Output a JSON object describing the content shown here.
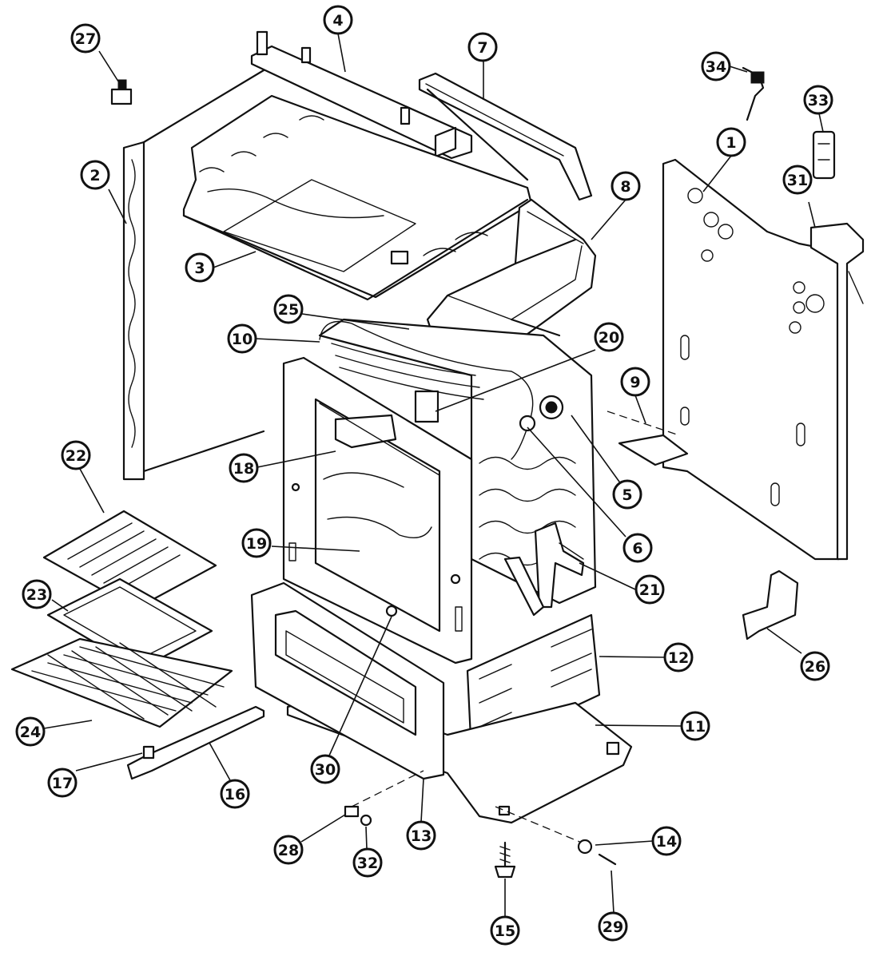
{
  "diagram": {
    "callouts": [
      {
        "id": "c1",
        "label": "1"
      },
      {
        "id": "c2",
        "label": "2"
      },
      {
        "id": "c3",
        "label": "3"
      },
      {
        "id": "c4",
        "label": "4"
      },
      {
        "id": "c5",
        "label": "5"
      },
      {
        "id": "c6",
        "label": "6"
      },
      {
        "id": "c7",
        "label": "7"
      },
      {
        "id": "c8",
        "label": "8"
      },
      {
        "id": "c9",
        "label": "9"
      },
      {
        "id": "c10",
        "label": "10"
      },
      {
        "id": "c11",
        "label": "11"
      },
      {
        "id": "c12",
        "label": "12"
      },
      {
        "id": "c13",
        "label": "13"
      },
      {
        "id": "c14",
        "label": "14"
      },
      {
        "id": "c15",
        "label": "15"
      },
      {
        "id": "c16",
        "label": "16"
      },
      {
        "id": "c17",
        "label": "17"
      },
      {
        "id": "c18",
        "label": "18"
      },
      {
        "id": "c19",
        "label": "19"
      },
      {
        "id": "c20",
        "label": "20"
      },
      {
        "id": "c21",
        "label": "21"
      },
      {
        "id": "c22",
        "label": "22"
      },
      {
        "id": "c23",
        "label": "23"
      },
      {
        "id": "c24",
        "label": "24"
      },
      {
        "id": "c25",
        "label": "25"
      },
      {
        "id": "c26",
        "label": "26"
      },
      {
        "id": "c27",
        "label": "27"
      },
      {
        "id": "c28",
        "label": "28"
      },
      {
        "id": "c29",
        "label": "29"
      },
      {
        "id": "c30",
        "label": "30"
      },
      {
        "id": "c31",
        "label": "31"
      },
      {
        "id": "c32",
        "label": "32"
      },
      {
        "id": "c33",
        "label": "33"
      },
      {
        "id": "c34",
        "label": "34"
      }
    ]
  }
}
